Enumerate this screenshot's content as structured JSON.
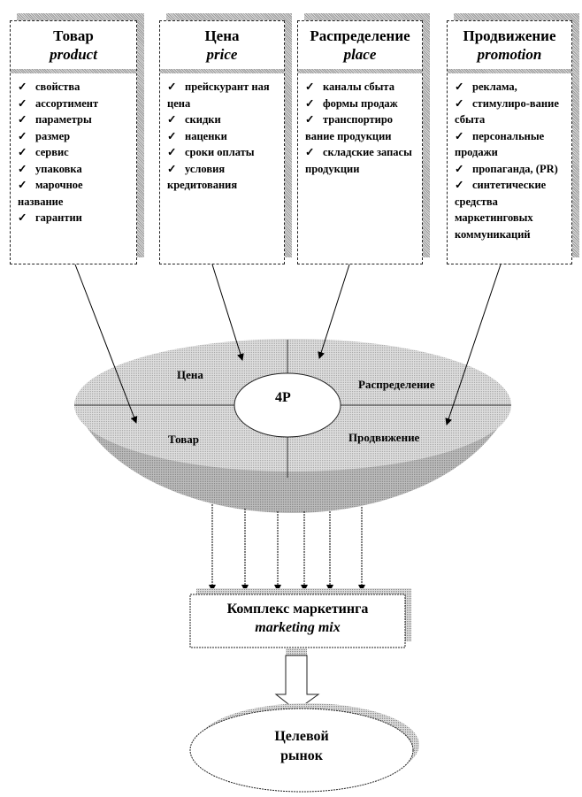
{
  "columns": [
    {
      "title": "Товар",
      "subtitle": "product",
      "items": [
        "свойства",
        "ассортимент",
        "параметры",
        "размер",
        "сервис",
        "упаковка",
        "марочное название",
        "гарантии"
      ]
    },
    {
      "title": "Цена",
      "subtitle": "price",
      "items": [
        "прейскурант ная цена",
        "скидки",
        "наценки",
        "сроки оплаты",
        "условия кредитования"
      ]
    },
    {
      "title": "Распределение",
      "subtitle": "place",
      "items": [
        "каналы сбыта",
        "формы продаж",
        "транспортиро вание продукции",
        "складские запасы продукции"
      ]
    },
    {
      "title": "Продвижение",
      "subtitle": "promotion",
      "items": [
        "реклама,",
        "стимулиро-вание сбыта",
        "персональные продажи",
        "пропаганда, (PR)",
        "синтетические средства маркетинговых коммуникаций"
      ]
    }
  ],
  "check_icon": "✓",
  "bowl": {
    "center": "4P",
    "price": "Цена",
    "place": "Распределение",
    "product": "Товар",
    "promotion": "Продвижение"
  },
  "mix": {
    "title": "Комплекс маркетинга",
    "subtitle": "marketing mix"
  },
  "target": {
    "line1": "Целевой",
    "line2": "рынок"
  }
}
